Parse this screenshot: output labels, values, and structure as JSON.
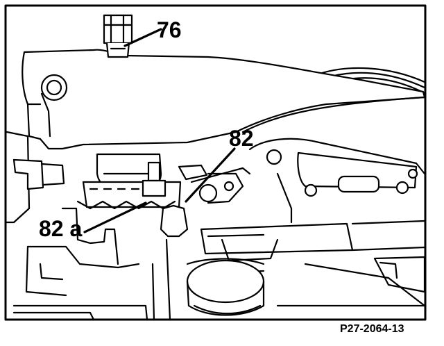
{
  "callouts": {
    "part_76": "76",
    "part_82": "82",
    "part_82a": "82 a"
  },
  "figure_code": "P27-2064-13",
  "colors": {
    "ink": "#000000",
    "paper": "#ffffff"
  }
}
